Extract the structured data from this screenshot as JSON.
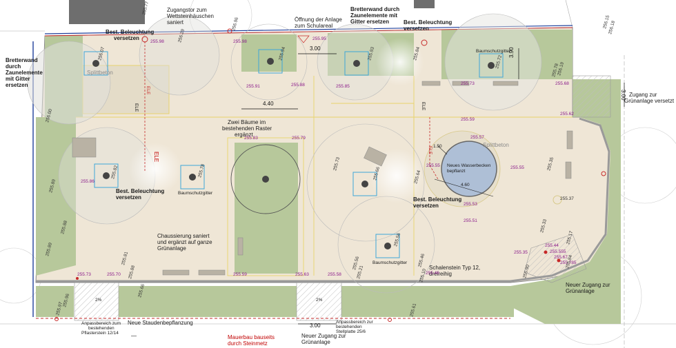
{
  "labels": {
    "zugangstor": [
      "Zugangstor zum",
      "Wettsteinhäuschen",
      "saniert"
    ],
    "oeffnung": [
      "Öffnung der Anlage",
      "zum Schulareal"
    ],
    "bretterwand_top": [
      "Bretterwand durch",
      "Zaunelemente mit",
      "Gitter ersetzen"
    ],
    "beleuchtung_top_left": [
      "Best. Beleuchtung",
      "versetzen"
    ],
    "beleuchtung_top_right": [
      "Best. Beleuchtung",
      "versetzen"
    ],
    "bretterwand_left": [
      "Bretterwand",
      "durch",
      "Zaunelemente",
      "mit Gitter",
      "ersetzen"
    ],
    "splittbeton_left": "Splittbeton",
    "splittbeton_right": "Splittbeton",
    "baumschutzgitter_top": "Baumschutzgitter",
    "zwei_baeume": [
      "Zwei Bäume im",
      "bestehenden Raster",
      "ergänzt"
    ],
    "beleuchtung_mid_left": [
      "Best. Beleuchtung",
      "versetzen"
    ],
    "beleuchtung_mid_right": [
      "Best. Beleuchtung",
      "versetzen"
    ],
    "baumschutzgitter_mid": "Baumschutzgitter",
    "baumschutzgitter_bottom": "Baumschutzgitter",
    "wasserbecken": [
      "Neues Wasserbecken",
      "bepflanzt"
    ],
    "chaussierung": [
      "Chaussierung saniert",
      "und ergänzt auf ganze",
      "Grünanlage"
    ],
    "schalenstein": [
      "Schalenstein Typ 12,",
      "dreireihig"
    ],
    "neuer_zugang_right": [
      "Neuer Zugang zur",
      "Grünanlage"
    ],
    "zugang_gruenanlage_versetzt": [
      "Zugang zur",
      "Grünanlage versetzt"
    ],
    "staudenbepflanzung": "Neue Staudenbepflanzung",
    "anpassbereich_left": [
      "Anpassbereich zum",
      "bestehenden",
      "Pflasterstein 12/14"
    ],
    "anpassbereich_right": [
      "Anpassbereich zur",
      "bestehenden",
      "Stellplatte 25/6"
    ],
    "mauerbau": [
      "Mauerbau bauseits",
      "durch Steinmetz"
    ],
    "neuer_zugang_bottom": [
      "Neuer Zugang zur",
      "Grünanlage"
    ],
    "ele": "ELE",
    "pct": "2%",
    "dash": "—"
  },
  "dimensions": {
    "d300_top": "3.00",
    "d390": "3.90",
    "d440": "4.40",
    "d300_bottom": "3.00",
    "d300_right": "3.00",
    "d150": "1.50",
    "d460": "4.60"
  },
  "elevations": {
    "e1": "255.98",
    "e2": "255.98",
    "e3": "255.95",
    "e4": "255.91",
    "e5": "255.88",
    "e6": "255.85",
    "e7": "255.73",
    "e8": "255.68",
    "e9": "255.62",
    "e10": "255.59",
    "e11": "255.83",
    "e12": "255.79",
    "e13": "255.86",
    "e14": "255.57",
    "e15": "255.55",
    "e16": "255.55",
    "e17": "255.53",
    "e18": "255.51",
    "e19": "255.73",
    "e20": "255.70",
    "e21": "255.59",
    "e22": "255.63",
    "e23": "255.58",
    "e24": "255.46",
    "e25": "255.35",
    "e26": "255.44",
    "e27": "255.555",
    "e28": "255.67",
    "e29": "255.785"
  },
  "point_heights": {
    "p1": "256.07",
    "p2": "256.29",
    "p3": "256.96",
    "p4": "255.94",
    "p5": "255.93",
    "p6": "255.84",
    "p7": "255.72",
    "p8": "255.78",
    "p9": "256.19",
    "p10": "256.00",
    "p11": "255.82",
    "p12": "255.78",
    "p13": "255.89",
    "p14": "255.88",
    "p15": "255.89",
    "p16": "255.73",
    "p17": "255.66",
    "p18": "255.64",
    "p19": "255.56",
    "p20": "255.35",
    "p21": "255.33",
    "p22": "255.37",
    "p23": "255.17",
    "p24": "255.84",
    "p25": "255.90",
    "p26": "255.46",
    "p27": "255.10",
    "p28": "255.61",
    "p29": "255.81",
    "p30": "255.97",
    "p31": "255.96",
    "p32": "255.56",
    "p33": "255.21",
    "p34": "255.88",
    "p35": "255.66",
    "p36": "256.15",
    "p37": "256.18",
    "p38": "255.77"
  }
}
